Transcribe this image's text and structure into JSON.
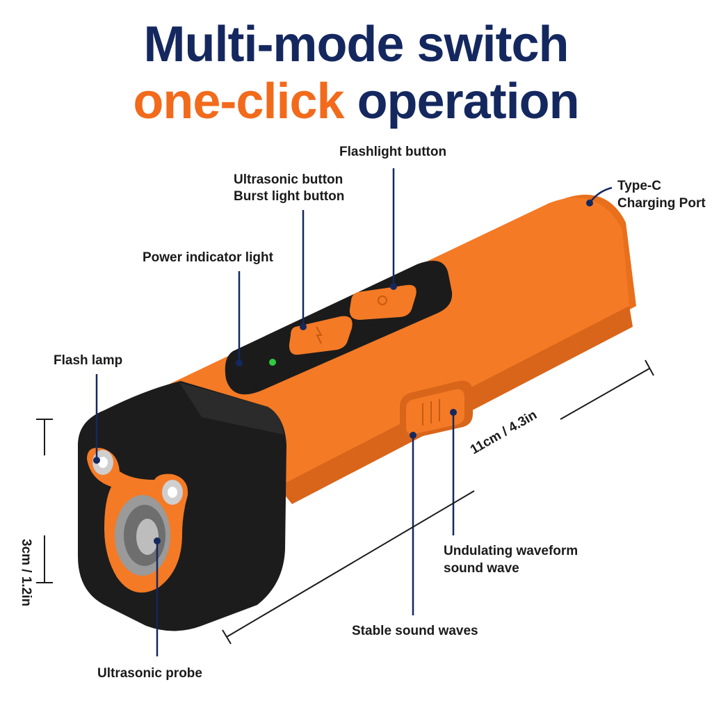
{
  "headline": {
    "line1": "Multi-mode switch",
    "line2_accent": "one-click",
    "line2_rest": "operation"
  },
  "colors": {
    "navy": "#14285f",
    "orange": "#f26a1b",
    "device_orange": "#f47a25",
    "black": "#1b1b1b",
    "indicator_green": "#2ecc40"
  },
  "callouts": {
    "flashlight_button": "Flashlight button",
    "ultrasonic_button_line1": "Ultrasonic button",
    "ultrasonic_button_line2": "Burst light button",
    "power_indicator": "Power indicator light",
    "type_c_line1": "Type-C",
    "type_c_line2": "Charging Port",
    "flash_lamp": "Flash lamp",
    "ultrasonic_probe": "Ultrasonic probe",
    "undulating_line1": "Undulating waveform",
    "undulating_line2": "sound wave",
    "stable_sound": "Stable sound waves"
  },
  "dimensions": {
    "length": "11cm / 4.3in",
    "height": "3cm / 1.2in"
  }
}
